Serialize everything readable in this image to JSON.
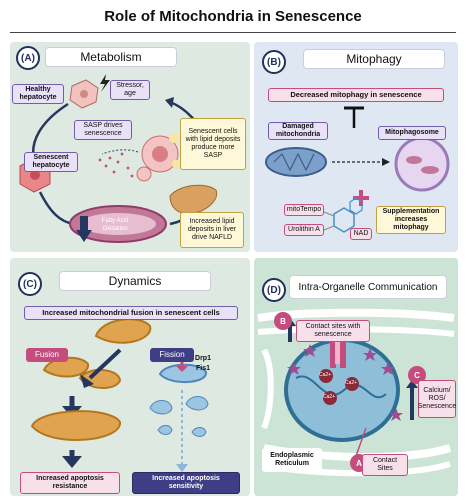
{
  "title": "Role of Mitochondria in Senescence",
  "panels": {
    "a": {
      "tag": "(A)",
      "heading": "Metabolism",
      "healthy": "Healthy hepatocyte",
      "stressor": "Stressor, age",
      "sasp_drives": "SASP drives senescence",
      "senescent_cells": "Senescent cells with lipid deposits produce more SASP",
      "senescent_hep": "Senescent hepatocyte",
      "fao": "Fatty Acid Oxidation",
      "nafld": "Increased lipid deposits in liver drive NAFLD"
    },
    "b": {
      "tag": "(B)",
      "heading": "Mitophagy",
      "banner": "Decreased mitophagy in senescence",
      "damaged": "Damaged mitochondria",
      "mitophagosome": "Mitophagosome",
      "mitotempo": "mitoTempo",
      "urolithin": "Urolithin A",
      "nad": "NAD",
      "supplement": "Supplementation increases mitophagy"
    },
    "c": {
      "tag": "(C)",
      "heading": "Dynamics",
      "banner": "Increased mitochondrial fusion in senescent cells",
      "fusion": "Fusion",
      "fission": "Fission",
      "drp1": "Drp1",
      "fis1": "Fis1",
      "resistance": "Increased apoptosis resistance",
      "sensitivity": "Increased apoptosis sensitivity"
    },
    "d": {
      "tag": "(D)",
      "heading": "Intra-Organelle Communication",
      "contact_b_tag": "B",
      "contact_b": "Contact sites with senescence",
      "calcium_tag": "C",
      "calcium": "Calcium/ ROS/ Senescence",
      "er": "Endoplasmic Reticulum",
      "contact_a_tag": "A",
      "contact_a": "Contact Sites",
      "ion_labels": [
        "Ca2+",
        "Ca2+",
        "Ca2+"
      ]
    }
  },
  "colors": {
    "navy": "#22305e",
    "pink": "#c44d7d",
    "mito": "#a8547a",
    "arrow_dark": "#26375f"
  }
}
